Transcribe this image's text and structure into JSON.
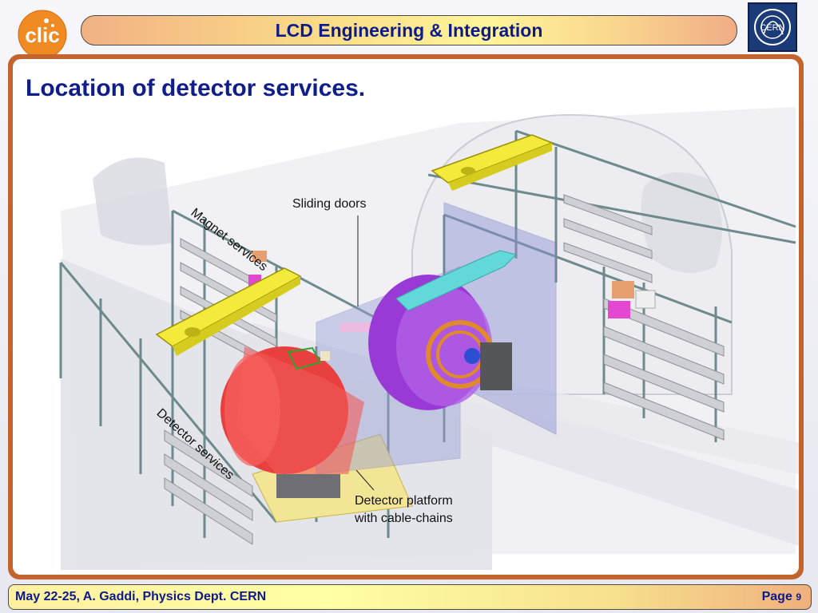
{
  "header": {
    "title": "LCD Engineering & Integration"
  },
  "logos": {
    "left": "clic-logo",
    "right_text": "CERN"
  },
  "slide": {
    "title": "Location of detector services.",
    "labels": {
      "sliding_doors": "Sliding doors",
      "magnet_services": "Magnet services",
      "detector_services": "Detector services",
      "platform_line1": "Detector platform",
      "platform_line2": "with cable-chains"
    }
  },
  "footer": {
    "left": "May 22-25, A. Gaddi, Physics Dept. CERN",
    "page_label": "Page",
    "page_number": "9"
  },
  "colors": {
    "header_text": "#0c1a8c",
    "frame": "#c3642f",
    "detector_red": "#e8403e",
    "detector_purple": "#9a3ad6",
    "crane_yellow": "#f3ea3c"
  }
}
